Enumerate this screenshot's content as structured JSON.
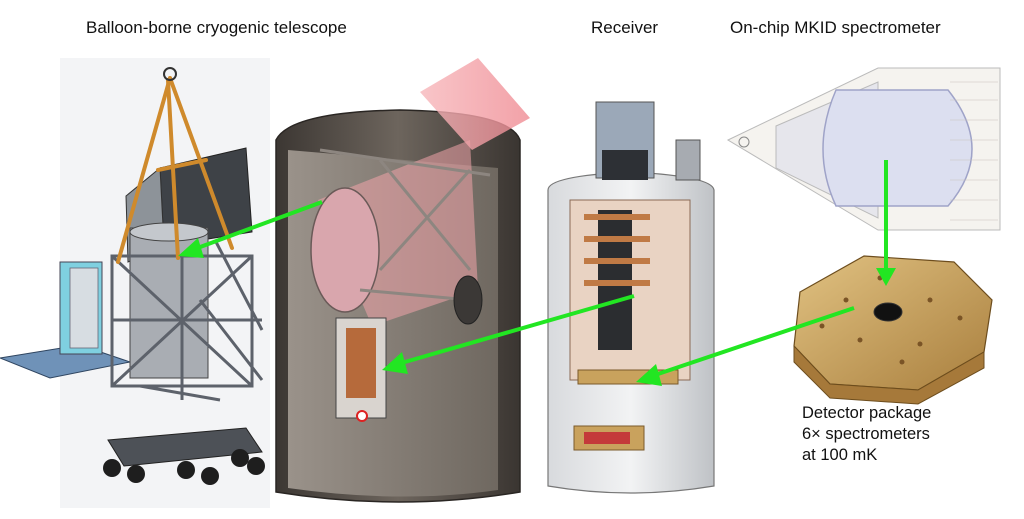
{
  "titles": {
    "telescope": "Balloon-borne cryogenic telescope",
    "receiver": "Receiver",
    "mkid": "On-chip MKID spectrometer"
  },
  "detector_label": {
    "line1": "Detector package",
    "line2": "6× spectrometers",
    "line3": "at 100 mK"
  },
  "colors": {
    "arrow": "#22e622",
    "gondola_frame": "#6b6f78",
    "gondola_rigging": "#d08a2e",
    "cryostat_shell": "#4a443f",
    "cryostat_interior": "#8a827a",
    "beam": "#f29aa0",
    "receiver_shell": "#c9cbcf",
    "copper": "#c07a45",
    "gold": "#c9a25d",
    "chip": "#dcdff0"
  }
}
